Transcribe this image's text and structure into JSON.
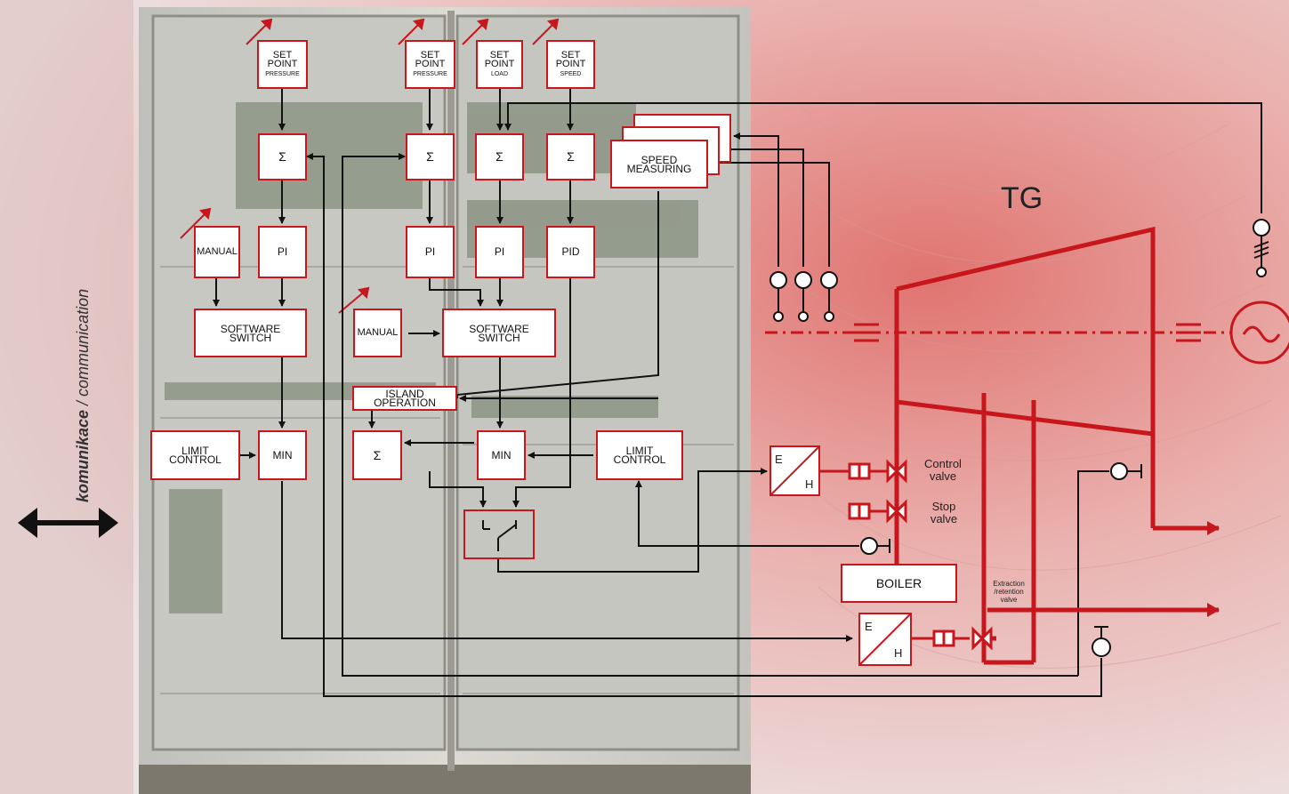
{
  "side_label": {
    "bold": "komunikace",
    "rest": " / communication"
  },
  "tg_label": "TG",
  "blocks": {
    "sp1": {
      "line1": "SET",
      "line2": "POINT",
      "line3": "PRESSURE"
    },
    "sp2": {
      "line1": "SET",
      "line2": "POINT",
      "line3": "PRESSURE"
    },
    "sp3": {
      "line1": "SET",
      "line2": "POINT",
      "line3": "LOAD"
    },
    "sp4": {
      "line1": "SET",
      "line2": "POINT",
      "line3": "SPEED"
    },
    "sum": "Σ",
    "speed_measuring": {
      "line1": "SPEED",
      "line2": "MEASURING"
    },
    "manual": "MANUAL",
    "pi": "PI",
    "pid": "PID",
    "software_switch": {
      "line1": "SOFTWARE",
      "line2": "SWITCH"
    },
    "island_operation": {
      "line1": "ISLAND",
      "line2": "OPERATION"
    },
    "limit_control": {
      "line1": "LIMIT",
      "line2": "CONTROL"
    },
    "min": "MIN",
    "boiler": "BOILER",
    "eh": {
      "e": "E",
      "h": "H"
    }
  },
  "valves": {
    "control": {
      "line1": "Control",
      "line2": "valve"
    },
    "stop": {
      "line1": "Stop",
      "line2": "valve"
    },
    "extraction": {
      "line1": "Extraction",
      "line2": "/retention",
      "line3": "valve"
    }
  },
  "colors": {
    "accent": "#c8161d",
    "line": "#111111",
    "cabinet": "#d8d4cc"
  }
}
